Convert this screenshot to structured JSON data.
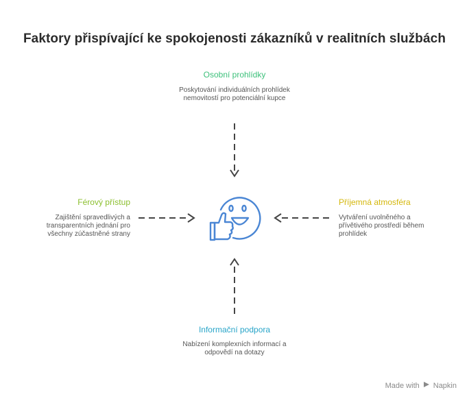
{
  "title": "Faktory přispívající ke spokojenosti zákazníků v realitních službách",
  "nodes": {
    "top": {
      "title": "Osobní prohlídky",
      "description": "Poskytování individuálních prohlídek nemovitostí pro potenciální kupce",
      "color": "#3cc07a"
    },
    "left": {
      "title": "Férový přístup",
      "description": "Zajištění spravedlivých a transparentních jednání pro všechny zúčastněné strany",
      "color": "#8bbf2e"
    },
    "right": {
      "title": "Příjemná atmosféra",
      "description": "Vytváření uvolněného a přívětivého prostředí během prohlídek",
      "color": "#d4b70c"
    },
    "bottom": {
      "title": "Informační podpora",
      "description": "Nabízení komplexních informací a odpovědí na dotazy",
      "color": "#27a4c8"
    }
  },
  "center": {
    "icon": "thumbs-up-smiley-icon",
    "color": "#4a86d4"
  },
  "footer": {
    "text": "Made with",
    "brand": "Napkin",
    "icon": "napkin-logo-icon"
  }
}
